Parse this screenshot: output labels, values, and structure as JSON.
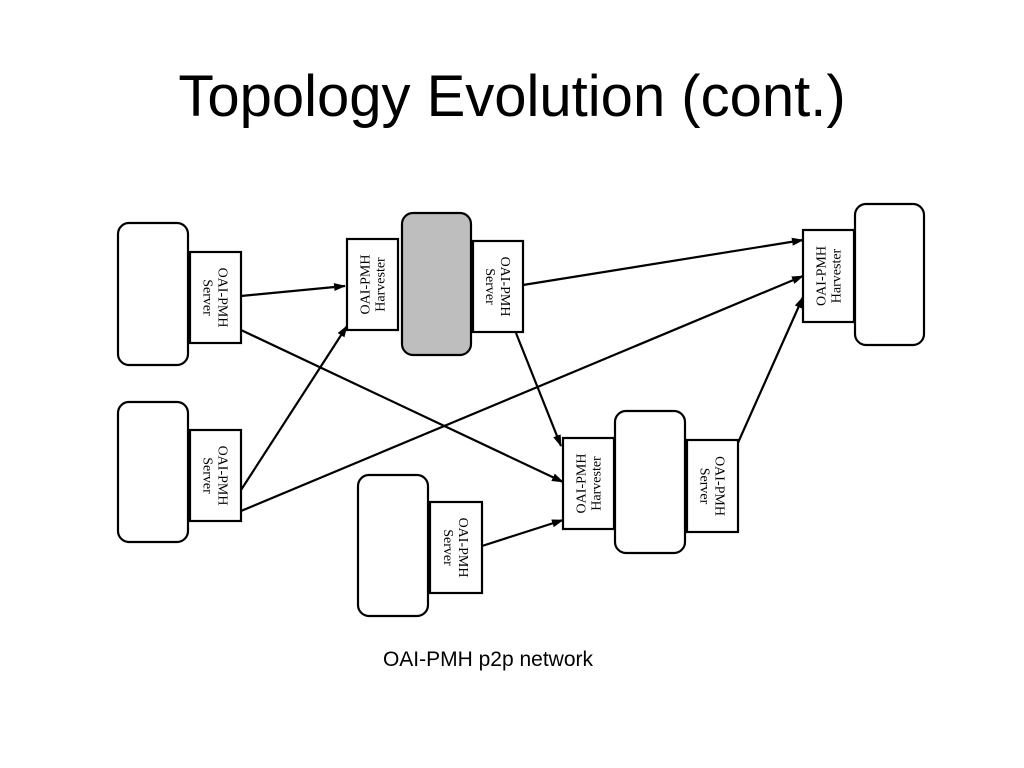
{
  "slide": {
    "title": "Topology Evolution (cont.)",
    "caption": "OAI-PMH p2p network"
  },
  "colors": {
    "stroke": "#000000",
    "hub_fill": "#bebebe",
    "node_fill": "#ffffff"
  },
  "ports": {
    "server_line1": "OAI-PMH",
    "server_line2": "Server",
    "harvester_line1": "OAI-PMH",
    "harvester_line2": "Harvester"
  }
}
